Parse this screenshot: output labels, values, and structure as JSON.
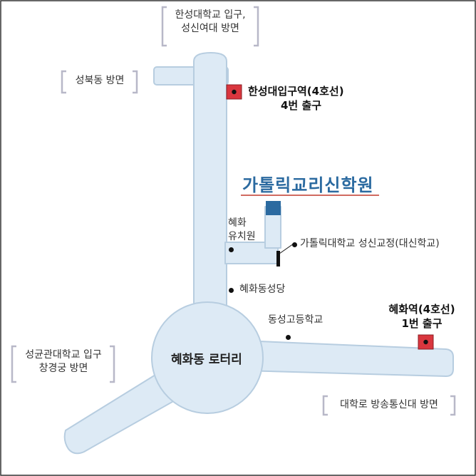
{
  "directions": {
    "hansung_entrance": [
      "한성대학교 입구,",
      "성신여대 방면"
    ],
    "seongbukdong": "성북동 방면",
    "sungkyunkwan": [
      "성균관대학교 입구",
      "창경궁 방면"
    ],
    "daehakro": "대학로 방송통신대 방면"
  },
  "stations": {
    "hansung_station": [
      "한성대입구역(4호선)",
      "4번 출구"
    ],
    "hyehwa_station": [
      "혜화역(4호선)",
      "1번 출구"
    ]
  },
  "destination": {
    "name": "가톨릭교리신학원",
    "color": "#2b6aa0",
    "underline_color": "#c0392b"
  },
  "places": {
    "kindergarten": [
      "혜화",
      "유치원"
    ],
    "catholic_univ": "가톨릭대학교 성신교정(대신학교)",
    "cathedral": "혜화동성당",
    "high_school": "동성고등학교"
  },
  "rotary": "혜화동 로터리",
  "colors": {
    "road_fill": "#ddeaf5",
    "road_stroke": "#b7cde0",
    "station_marker": "#d9363e",
    "bracket": "#b8b8c8",
    "frame": "#333333"
  }
}
